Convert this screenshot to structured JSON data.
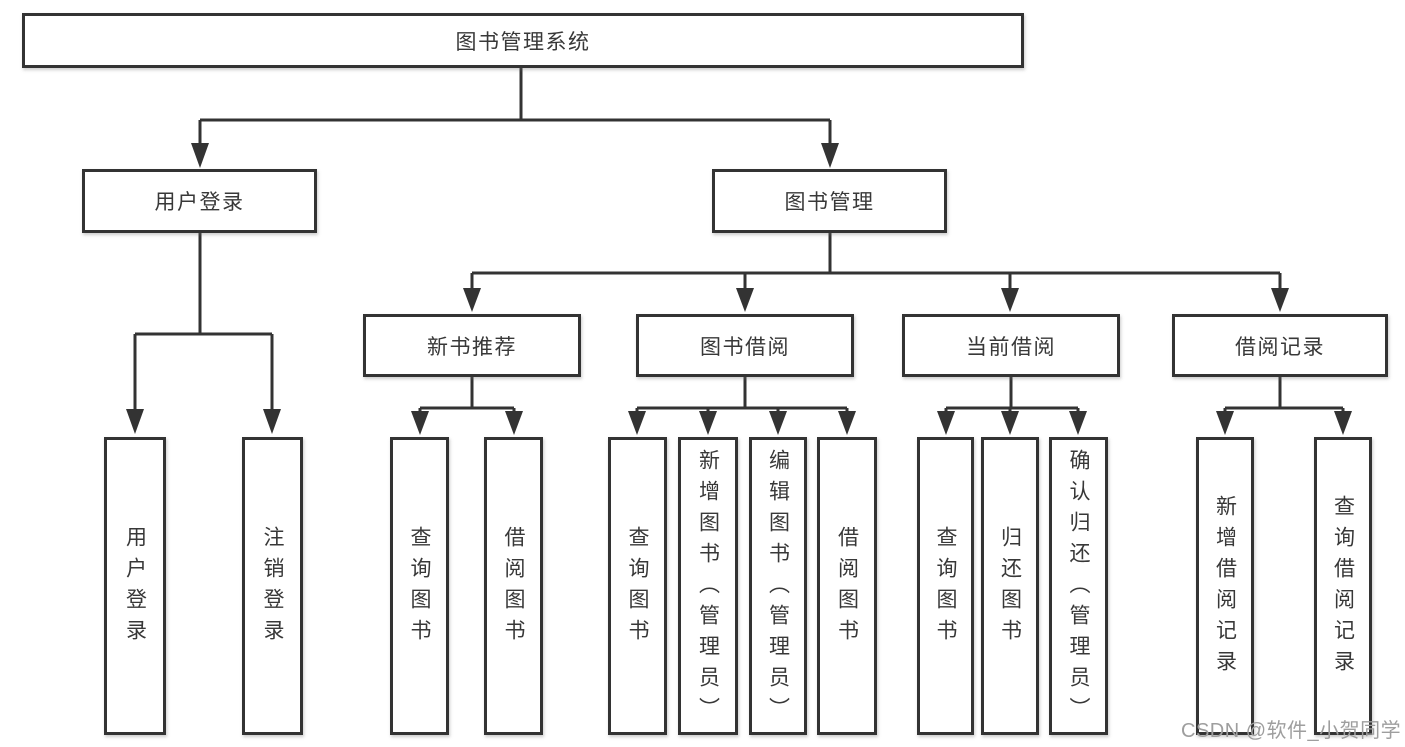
{
  "diagram": {
    "title": "图书管理系统",
    "level2": {
      "user_login": "用户登录",
      "book_mgmt": "图书管理"
    },
    "level3": {
      "new_books": "新书推荐",
      "book_borrow": "图书借阅",
      "current_borrow": "当前借阅",
      "borrow_records": "借阅记录"
    },
    "leaves": {
      "login": "用户登录",
      "logout": "注销登录",
      "nb_query": "查询图书",
      "nb_borrow": "借阅图书",
      "bb_query": "查询图书",
      "bb_add": "新增图书（管理员）",
      "bb_edit": "编辑图书（管理员）",
      "bb_borrow": "借阅图书",
      "cb_query": "查询图书",
      "cb_return": "归还图书",
      "cb_confirm": "确认归还（管理员）",
      "br_add": "新增借阅记录",
      "br_query": "查询借阅记录"
    }
  },
  "watermark": "CSDN @软件_小贺同学",
  "colors": {
    "line": "#333333",
    "text": "#383838",
    "watermark": "#9e9e9e",
    "background": "#ffffff"
  }
}
